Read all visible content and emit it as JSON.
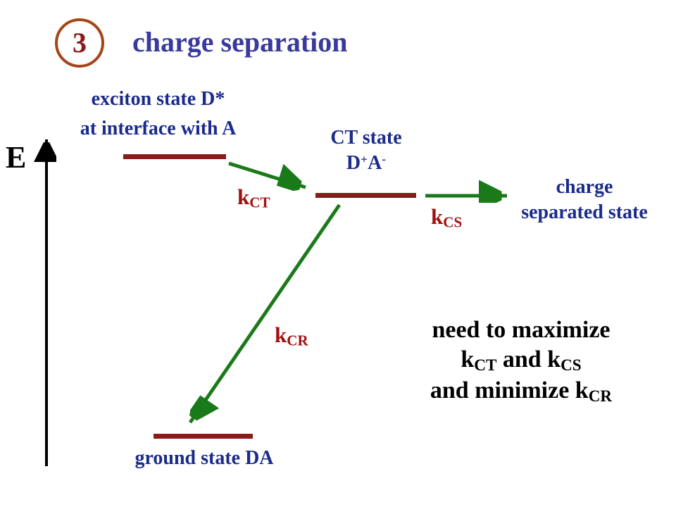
{
  "header": {
    "step_number": "3",
    "title": "charge separation"
  },
  "axis": {
    "label": "E"
  },
  "exciton": {
    "line1": "exciton state D*",
    "line2": "at interface with A"
  },
  "ct_state": {
    "line1": "CT state",
    "d": "D",
    "d_charge": "+",
    "a": "A",
    "a_charge": "-"
  },
  "charge_separated": {
    "line1": "charge",
    "line2": "separated state"
  },
  "ground": {
    "label": "ground state DA"
  },
  "rates": {
    "kct": {
      "base": "k",
      "sub": "CT"
    },
    "kcs": {
      "base": "k",
      "sub": "CS"
    },
    "kcr": {
      "base": "k",
      "sub": "CR"
    }
  },
  "note": {
    "line1": "need to maximize",
    "line2": {
      "k1": "k",
      "sub1": "CT",
      "and": " and ",
      "k2": "k",
      "sub2": "CS"
    },
    "line3": {
      "text": "and minimize ",
      "k": "k",
      "sub": "CR"
    }
  },
  "colors": {
    "title_blue": "#3A3A9E",
    "label_blue": "#1B2B8C",
    "level_dark_red": "#8B1A1A",
    "rate_red": "#A01010",
    "arrow_green": "#1A7A1A",
    "circle_brown": "#A6451A",
    "axis_black": "#000000"
  }
}
